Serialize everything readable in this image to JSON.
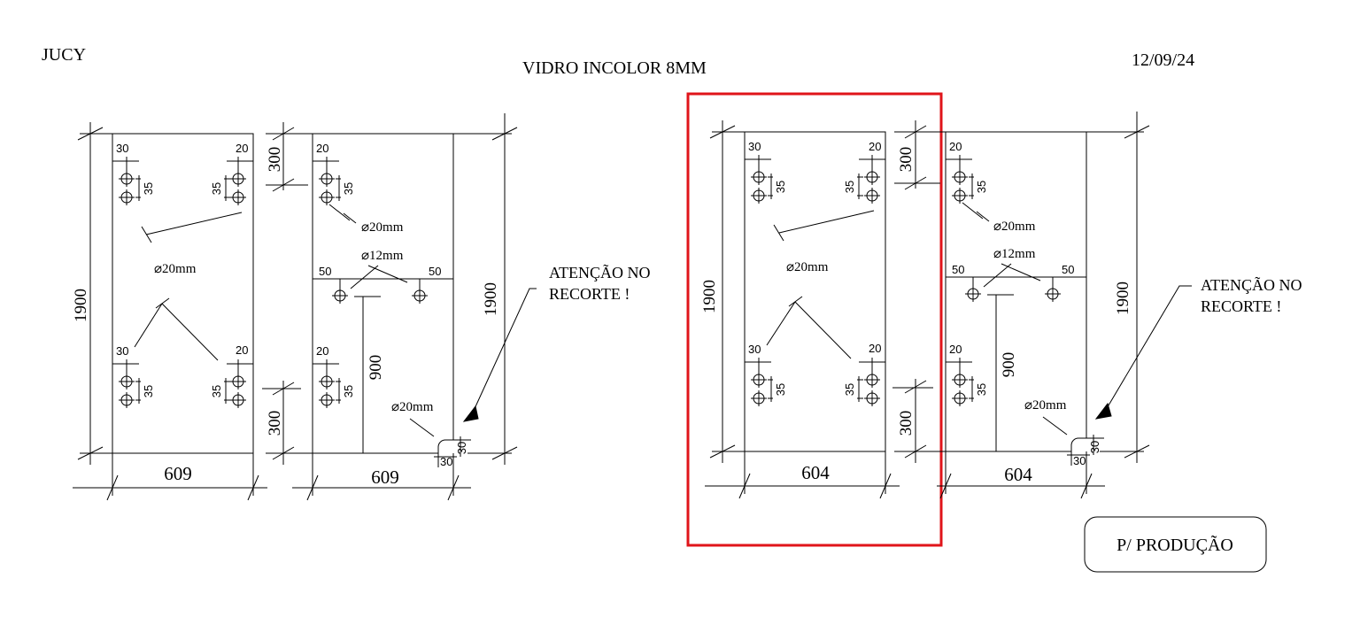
{
  "header": {
    "client": "JUCY",
    "material": "VIDRO INCOLOR 8MM",
    "date": "12/09/24"
  },
  "panels": [
    {
      "width_label": "609",
      "height_label": "1900",
      "hinge_top_left": "30",
      "hinge_top_right": "20",
      "hinge_bottom_left": "30",
      "hinge_bottom_right": "20",
      "hole_spacing": "35",
      "hole_label": "⌀20mm"
    },
    {
      "width_label": "609",
      "height_label": "1900",
      "top_offset": "300",
      "bottom_offset": "300",
      "hinge_top": "20",
      "hinge_bottom": "20",
      "hole_spacing": "35",
      "hole_label_top": "⌀20mm",
      "handle_label": "⌀12mm",
      "handle_left": "50",
      "handle_right": "50",
      "handle_height": "900",
      "notch_label": "⌀20mm",
      "notch_w": "30",
      "notch_h": "30"
    },
    {
      "width_label": "604",
      "height_label": "1900",
      "hinge_top_left": "30",
      "hinge_top_right": "20",
      "hinge_bottom_left": "30",
      "hinge_bottom_right": "20",
      "hole_spacing": "35",
      "hole_label": "⌀20mm"
    },
    {
      "width_label": "604",
      "height_label": "1900",
      "top_offset": "300",
      "bottom_offset": "300",
      "hinge_top": "20",
      "hinge_bottom": "20",
      "hole_spacing": "35",
      "hole_label_top": "⌀20mm",
      "handle_label": "⌀12mm",
      "handle_left": "50",
      "handle_right": "50",
      "handle_height": "900",
      "notch_label": "⌀20mm",
      "notch_w": "30",
      "notch_h": "30"
    }
  ],
  "notes": [
    {
      "line1": "ATENÇÃO NO",
      "line2": "RECORTE !"
    },
    {
      "line1": "ATENÇÃO NO",
      "line2": "RECORTE !"
    }
  ],
  "stamp": {
    "label": "P/ PRODUÇÃO"
  },
  "colors": {
    "line": "#000000",
    "highlight": "#e0141a",
    "background": "#ffffff"
  }
}
